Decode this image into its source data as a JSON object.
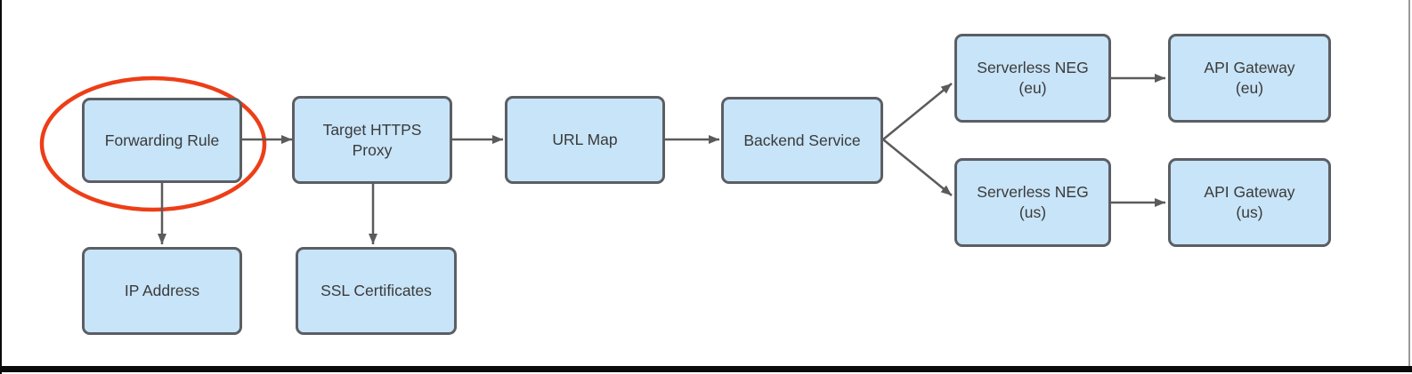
{
  "diagram": {
    "type": "flowchart",
    "description": "HTTPS load balancer architecture flow with the Forwarding Rule node circled for emphasis",
    "nodes": {
      "forwarding_rule": {
        "label": "Forwarding Rule",
        "highlighted": true
      },
      "target_https_proxy": {
        "label": "Target HTTPS\nProxy"
      },
      "url_map": {
        "label": "URL Map"
      },
      "backend_service": {
        "label": "Backend Service"
      },
      "serverless_neg_eu": {
        "label": "Serverless NEG\n(eu)"
      },
      "api_gateway_eu": {
        "label": "API Gateway\n(eu)"
      },
      "serverless_neg_us": {
        "label": "Serverless NEG\n(us)"
      },
      "api_gateway_us": {
        "label": "API Gateway\n(us)"
      },
      "ip_address": {
        "label": "IP Address"
      },
      "ssl_certificates": {
        "label": "SSL Certificates"
      }
    },
    "edges": [
      {
        "from": "forwarding_rule",
        "to": "target_https_proxy"
      },
      {
        "from": "target_https_proxy",
        "to": "url_map"
      },
      {
        "from": "url_map",
        "to": "backend_service"
      },
      {
        "from": "backend_service",
        "to": "serverless_neg_eu"
      },
      {
        "from": "backend_service",
        "to": "serverless_neg_us"
      },
      {
        "from": "serverless_neg_eu",
        "to": "api_gateway_eu"
      },
      {
        "from": "serverless_neg_us",
        "to": "api_gateway_us"
      },
      {
        "from": "forwarding_rule",
        "to": "ip_address"
      },
      {
        "from": "target_https_proxy",
        "to": "ssl_certificates"
      }
    ],
    "annotation": {
      "shape": "ellipse",
      "around": "forwarding_rule",
      "color": "#ed3e17"
    }
  },
  "theme": {
    "node_fill": "#c8e4f8",
    "node_border": "#5b5e63",
    "node_text": "#3a3a3a",
    "arrow_color": "#5b5b5b",
    "highlight_color": "#ed3e17",
    "frame_color": "#0a0a0a",
    "background": "#ffffff"
  }
}
